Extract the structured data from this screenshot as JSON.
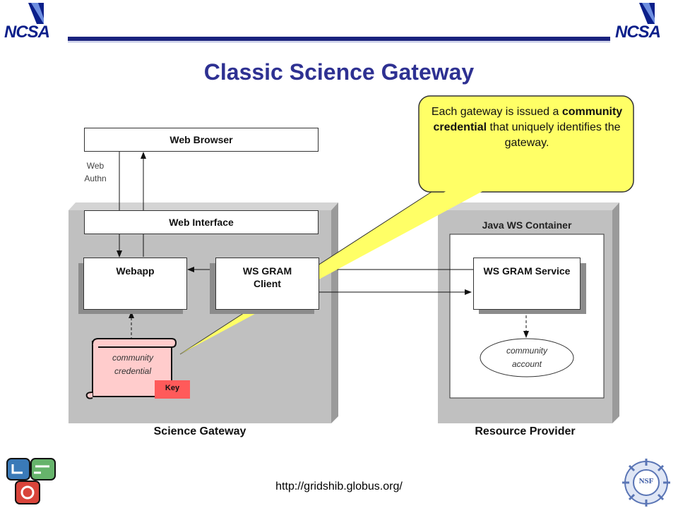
{
  "header": {
    "logo_left_text": "NCSA",
    "logo_right_text": "NCSA",
    "title": "Classic Science Gateway"
  },
  "diagram": {
    "web_browser": "Web Browser",
    "web_authn": "Web\nAuthn",
    "web_interface": "Web Interface",
    "webapp": "Webapp",
    "ws_gram_client": "WS GRAM\nClient",
    "community_credential": "community\ncredential",
    "key_label": "Key",
    "science_gateway": "Science Gateway",
    "java_ws_container": "Java WS Container",
    "ws_gram_service": "WS GRAM Service",
    "community_account": "community\naccount",
    "resource_provider": "Resource Provider"
  },
  "callout": {
    "text_before": "Each gateway is issued a",
    "text_bold": "community credential",
    "text_after": "that uniquely identifies the gateway."
  },
  "footer": {
    "url": "http://gridshib.globus.org/",
    "nsf_text": "NSF"
  },
  "colors": {
    "brand_blue": "#2e3192",
    "callout_fill": "#ffff66",
    "credential_fill": "#ffcccc",
    "key_fill": "#ff5a5a",
    "panel_gray": "#c0c0c0"
  }
}
